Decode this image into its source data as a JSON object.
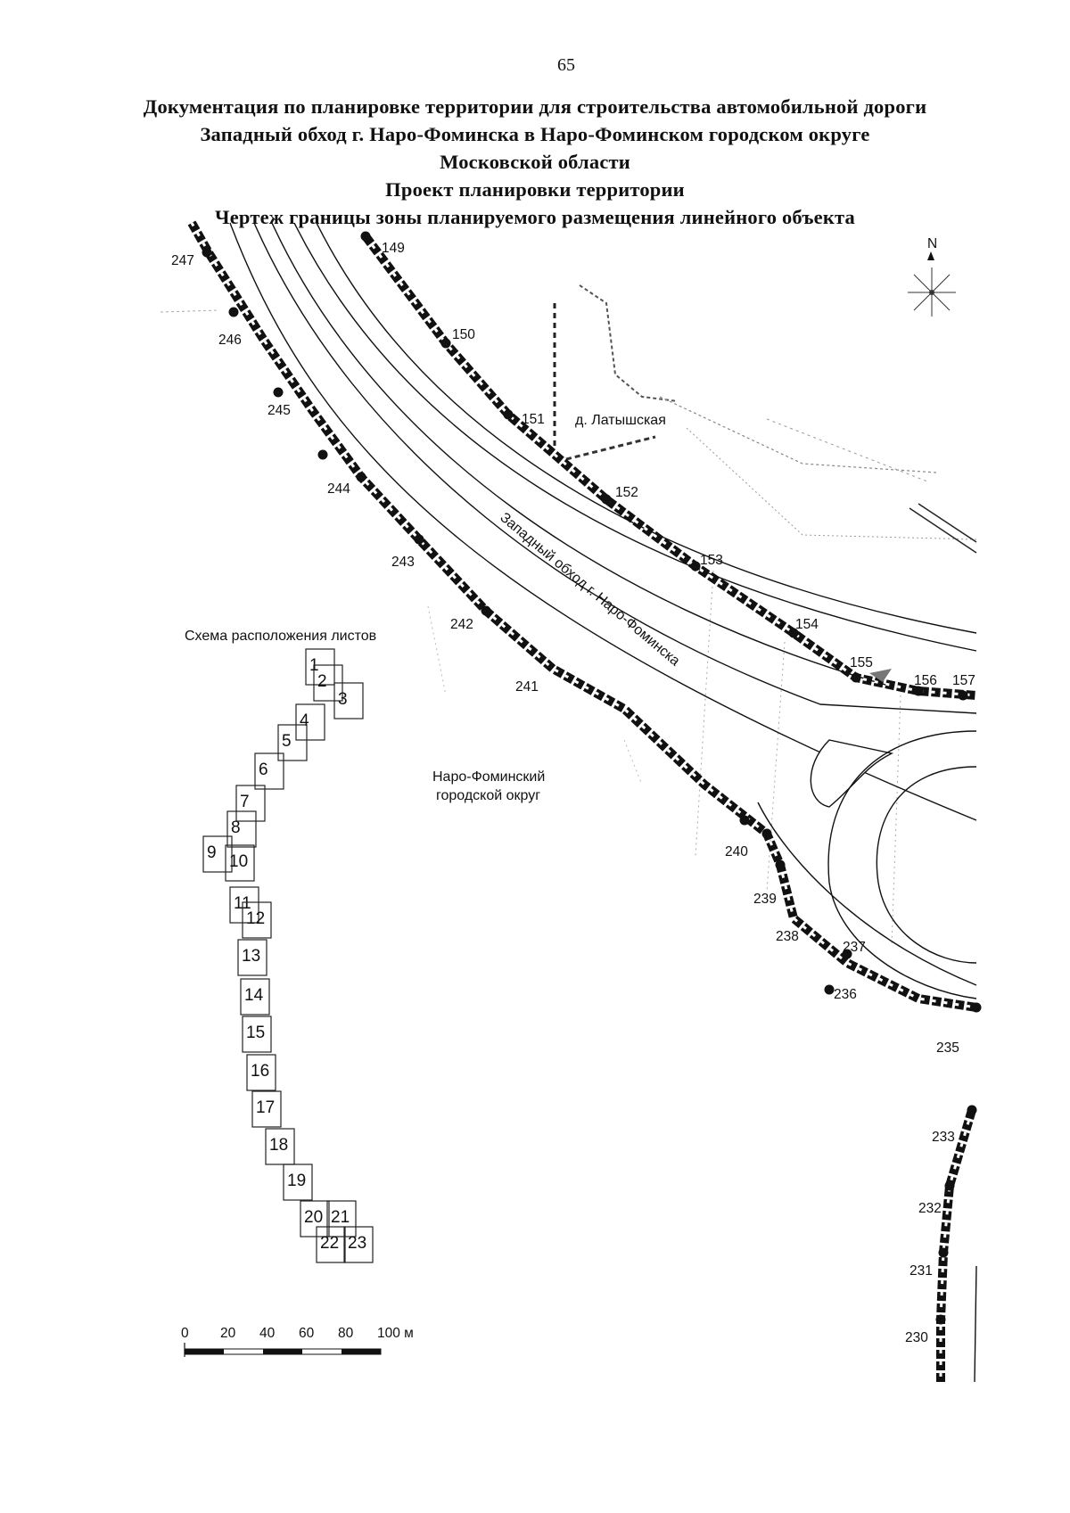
{
  "page_number": "65",
  "titles": [
    "Документация по планировке территории для строительства автомобильной дороги",
    "Западный обход г. Наро-Фоминска в Наро-Фоминском городском округе",
    "Московской области",
    "Проект планировки территории",
    "Чертеж границы зоны планируемого размещения линейного объекта"
  ],
  "north_label": "N",
  "map_labels": {
    "settlement": "д. Латышская",
    "road": "Западный обход г. Наро-Фоминска",
    "district_line1": "Наро-Фоминский",
    "district_line2": "городской округ"
  },
  "north_boundary_points": [
    "149",
    "150",
    "151",
    "152",
    "153",
    "154",
    "155",
    "156",
    "157"
  ],
  "south_boundary_points": [
    "247",
    "246",
    "245",
    "244",
    "243",
    "242",
    "241",
    "240",
    "239",
    "238",
    "237",
    "236",
    "235"
  ],
  "right_boundary_points": [
    "233",
    "232",
    "231",
    "230"
  ],
  "sheet_scheme": {
    "title": "Схема расположения листов",
    "sheets": [
      "1",
      "2",
      "3",
      "4",
      "5",
      "6",
      "7",
      "8",
      "9",
      "10",
      "11",
      "12",
      "13",
      "14",
      "15",
      "16",
      "17",
      "18",
      "19",
      "20",
      "21",
      "22",
      "23"
    ]
  },
  "scale_bar": {
    "ticks": [
      "0",
      "20",
      "40",
      "60",
      "80",
      "100 м"
    ]
  }
}
